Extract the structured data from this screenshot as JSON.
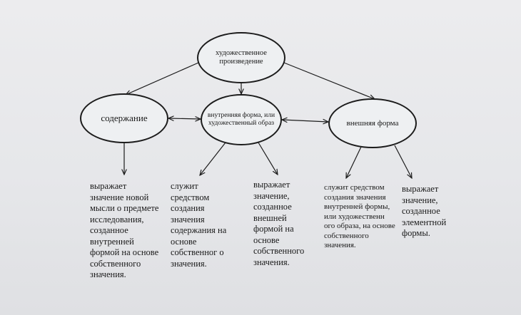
{
  "diagram": {
    "nodes": {
      "root": "художественное произведение",
      "content": "содержание",
      "inner_form": "внутренняя форма, или художественный образ",
      "outer_form": "внешняя форма"
    },
    "descriptions": {
      "content": "выражает значение новой мысли о предмете исследования, созданное внутренней формой на основе собственного значения.",
      "inner_form_left": "служит средством создания значения содержания на основе собственног о значения.",
      "inner_form_right": "выражает значение, созданное внешней формой на основе собственного значения.",
      "outer_form_left": "служит средством создания значения внутренней формы, или художественн ого образа, на основе собственного значения.",
      "outer_form_right": "выражает значение, созданное элементной формы."
    }
  }
}
